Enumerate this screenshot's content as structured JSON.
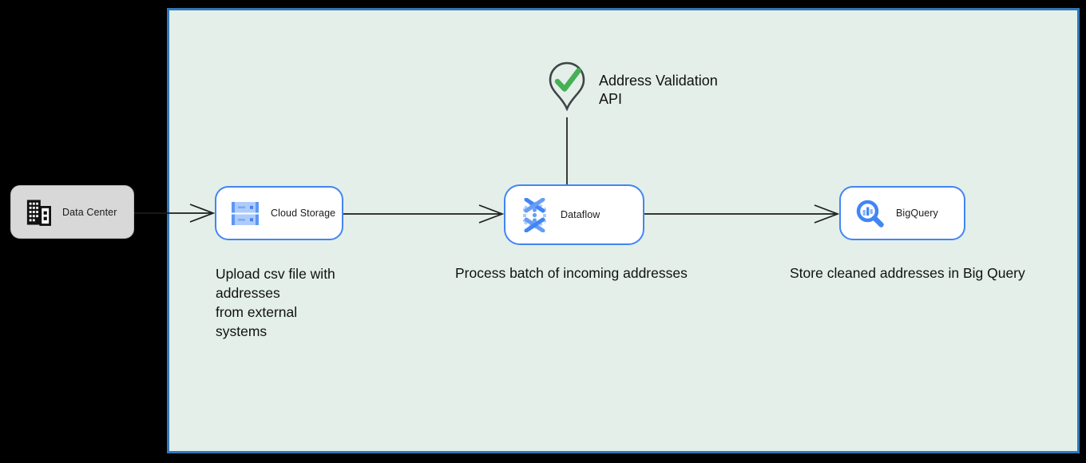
{
  "zone": {
    "name": "cloud-boundary"
  },
  "nodes": {
    "data_center": {
      "label": "Data Center"
    },
    "cloud_storage": {
      "label": "Cloud Storage"
    },
    "dataflow": {
      "label": "Dataflow"
    },
    "bigquery": {
      "label": "BigQuery"
    }
  },
  "annotation": {
    "text": "Address Validation\nAPI"
  },
  "captions": {
    "upload": "Upload csv file with\naddresses\nfrom external\nsystems",
    "process": "Process batch of incoming addresses",
    "store": "Store cleaned addresses in Big Query"
  },
  "icons": {
    "data_center": "building-icon",
    "cloud_storage": "cloud-storage-icon",
    "dataflow": "dataflow-icon",
    "bigquery": "bigquery-icon",
    "validation": "map-pin-check-icon"
  },
  "colors": {
    "zone_fill": "#e3efe8",
    "zone_border": "#3077b7",
    "service_border": "#4285f4",
    "gray_node": "#d8d8d8",
    "arrow": "#1c1c1c",
    "check_green": "#45b054",
    "icon_blue": "#4285f4",
    "icon_light_blue": "#aecbfa"
  }
}
